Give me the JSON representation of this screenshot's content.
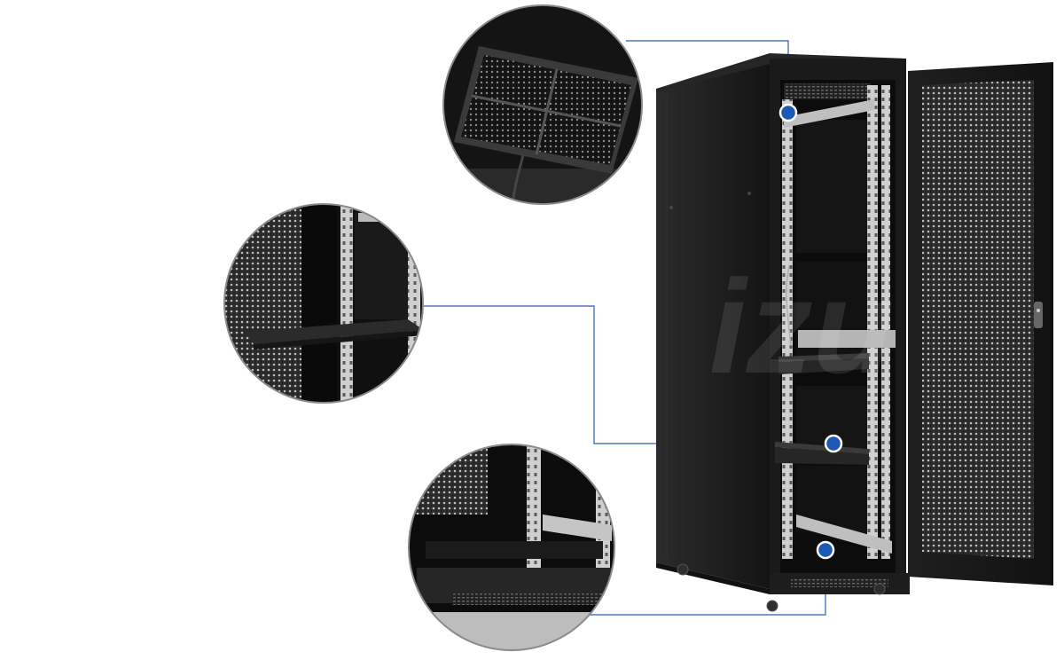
{
  "image": {
    "subject": "server-rack-cabinet",
    "watermark_text": "izu"
  },
  "callouts": [
    {
      "name": "top-fan-unit-detail"
    },
    {
      "name": "fixed-shelf-detail"
    },
    {
      "name": "bottom-base-detail"
    }
  ],
  "colors": {
    "background": "#ffffff",
    "cabinet": "#1b1b1b",
    "cabinet_dark": "#0f0f0f",
    "rail": "#c9c9c9",
    "marker_fill": "#1c59b5",
    "marker_ring": "#ffffff",
    "leader_line": "#2a5db3",
    "callout_border": "#8a8a8a"
  }
}
